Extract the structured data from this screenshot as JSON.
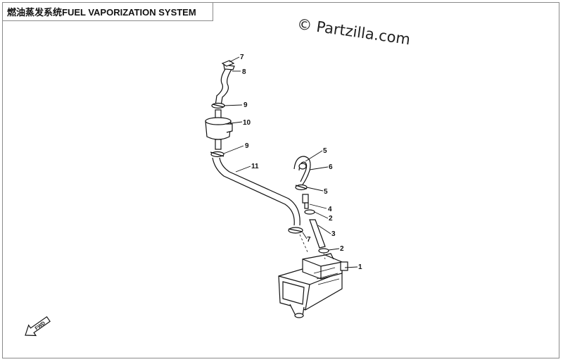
{
  "title": "燃油蒸发系统FUEL VAPORIZATION SYSTEM",
  "watermark": "© Partzilla.com",
  "direction_label": "FWD",
  "callouts": [
    {
      "id": "c7a",
      "label": "7"
    },
    {
      "id": "c8",
      "label": "8"
    },
    {
      "id": "c9a",
      "label": "9"
    },
    {
      "id": "c10",
      "label": "10"
    },
    {
      "id": "c9b",
      "label": "9"
    },
    {
      "id": "c11",
      "label": "11"
    },
    {
      "id": "c5a",
      "label": "5"
    },
    {
      "id": "c6",
      "label": "6"
    },
    {
      "id": "c5b",
      "label": "5"
    },
    {
      "id": "c4",
      "label": "4"
    },
    {
      "id": "c2a",
      "label": "2"
    },
    {
      "id": "c3",
      "label": "3"
    },
    {
      "id": "c7b",
      "label": "7"
    },
    {
      "id": "c2b",
      "label": "2"
    },
    {
      "id": "c1",
      "label": "1"
    }
  ]
}
